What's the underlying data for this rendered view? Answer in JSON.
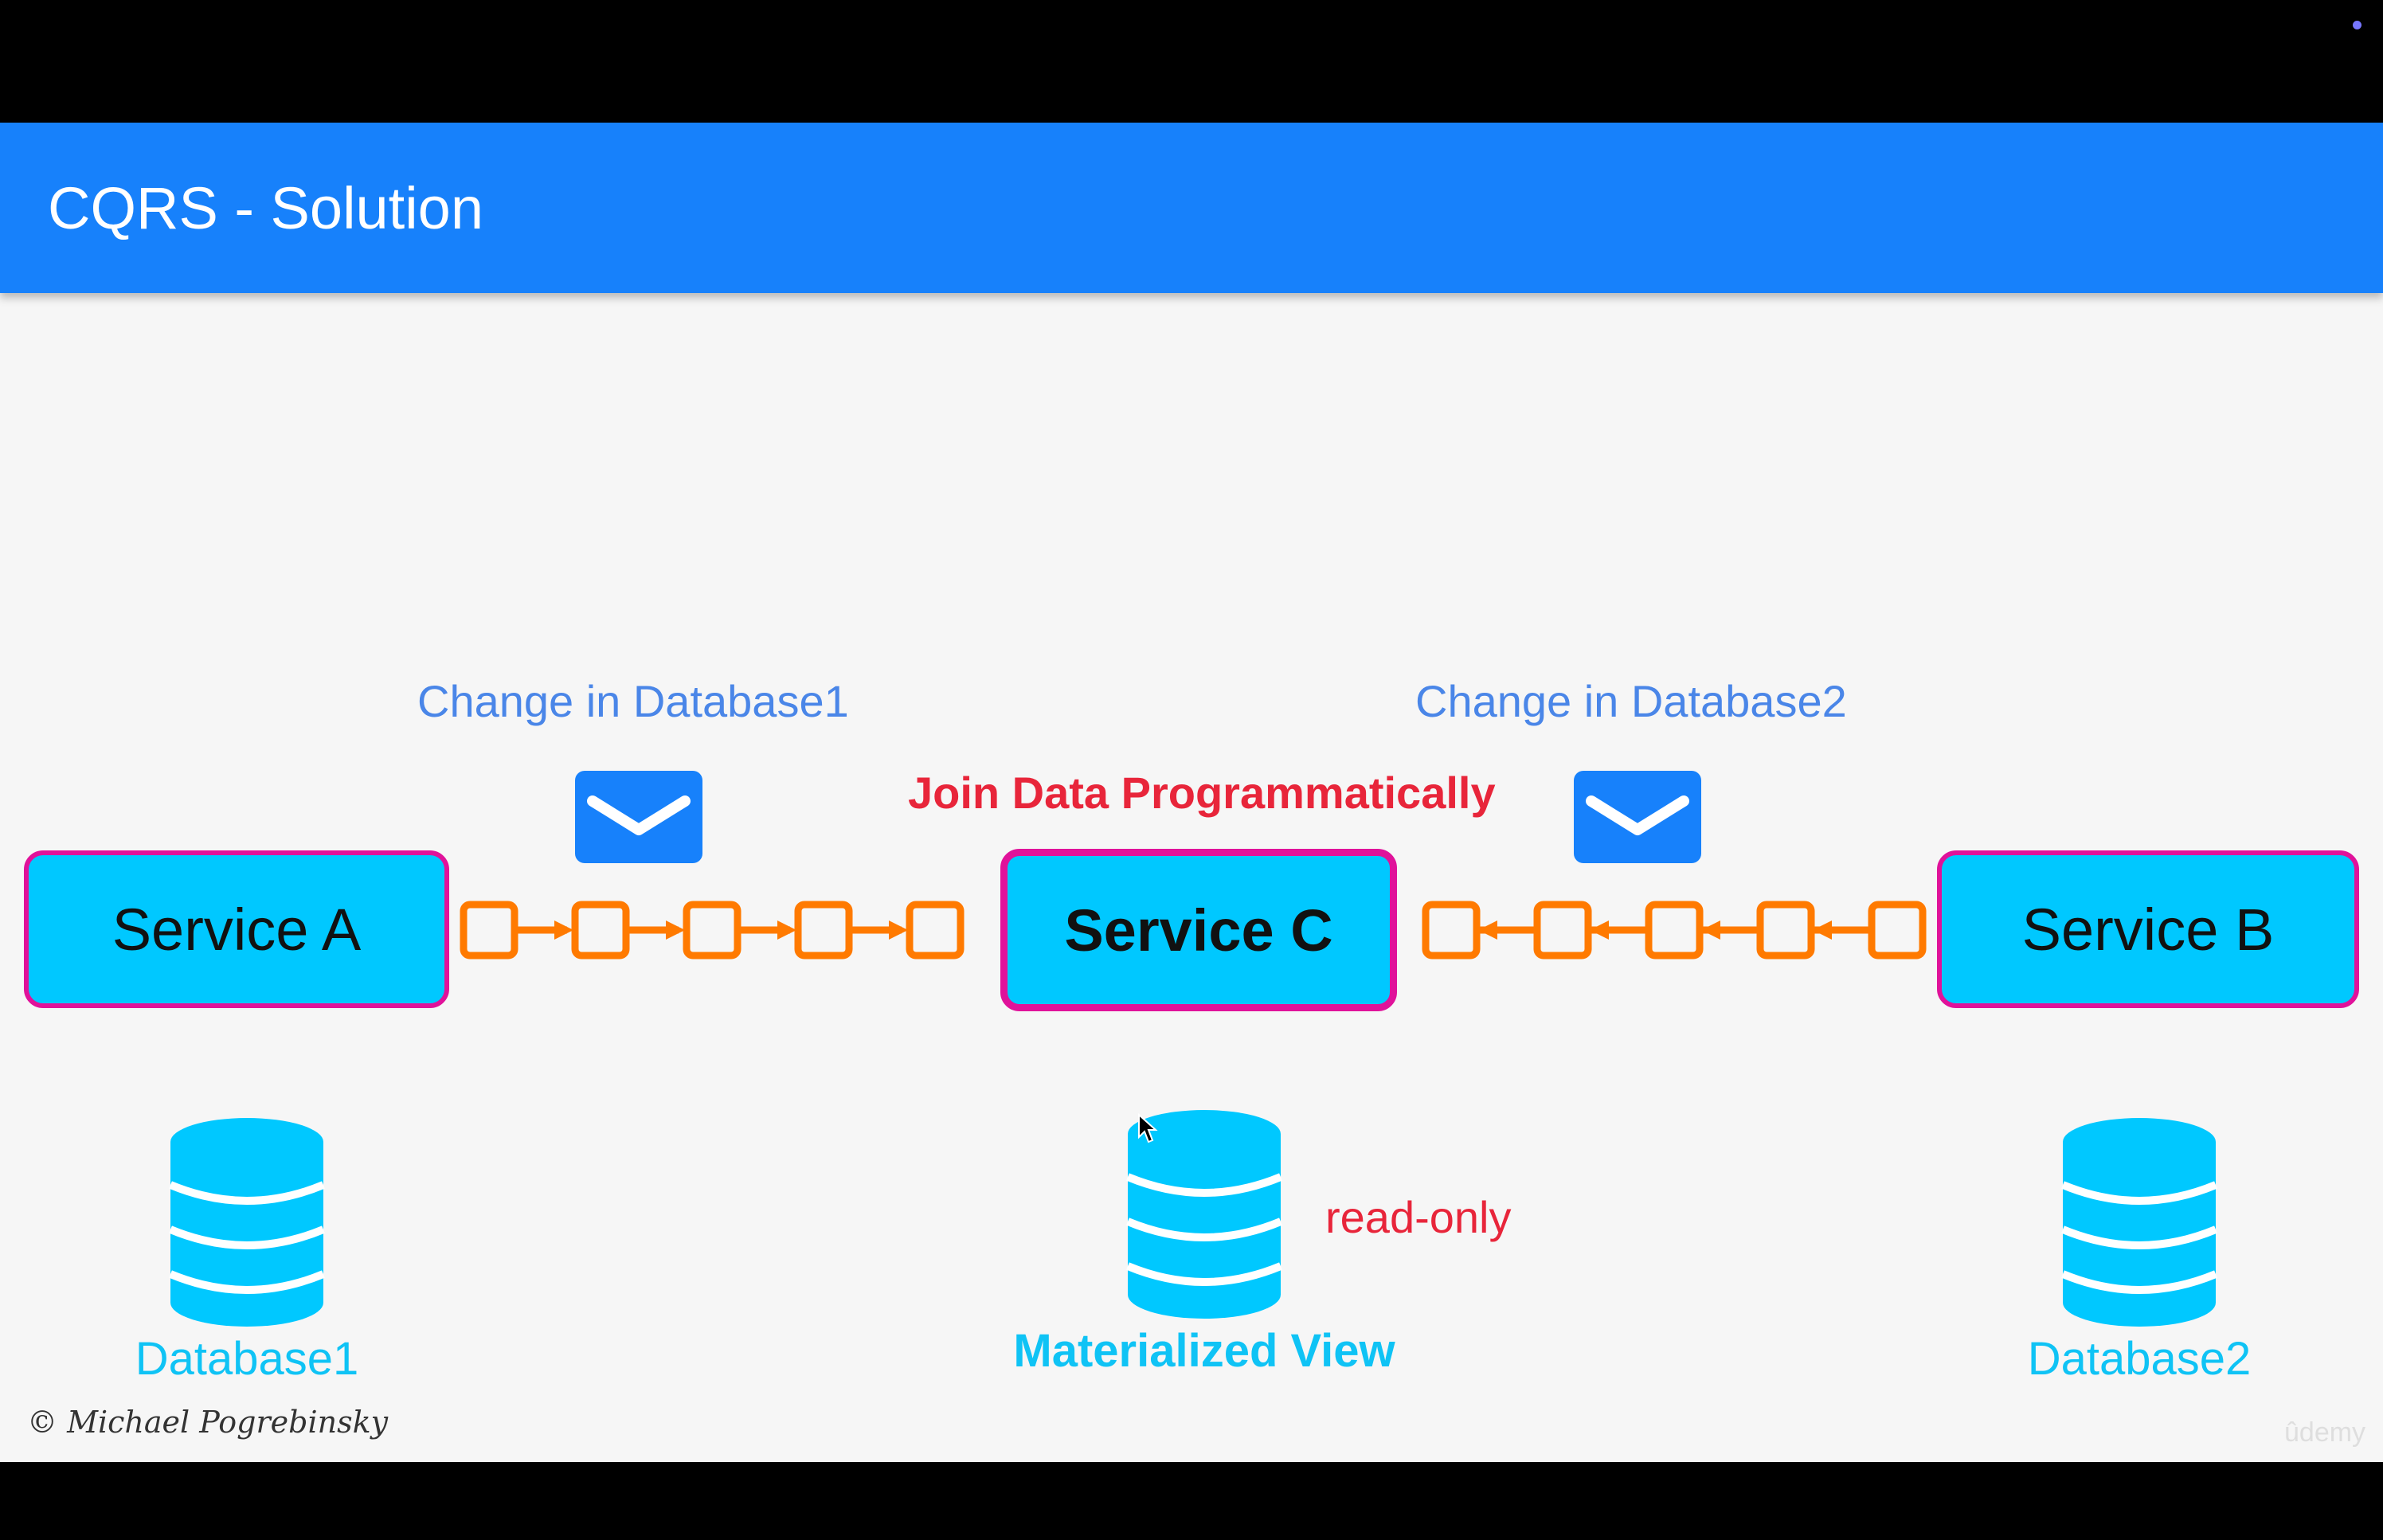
{
  "slide": {
    "title": "CQRS - Solution",
    "header_color": "#1781fb"
  },
  "events": {
    "left": "Change in Database1",
    "right": "Change in Database2"
  },
  "join_label": "Join Data Programmatically",
  "services": {
    "a": "Service A",
    "b": "Service B",
    "c": "Service C"
  },
  "databases": {
    "db1": "Database1",
    "db2": "Database2",
    "view": "Materialized View",
    "view_note": "read-only"
  },
  "footer": {
    "copyright": "© Michael Pogrebinsky",
    "watermark": "ûdemy"
  },
  "icons": {
    "message": "envelope-icon",
    "database": "database-icon",
    "queue": "message-queue"
  },
  "colors": {
    "service_fill": "#00c8ff",
    "service_border": "#e0129a",
    "queue": "#ff7a00",
    "label_blue": "#4a86e8",
    "label_red": "#e8253a",
    "db_cyan": "#00c8ff"
  }
}
